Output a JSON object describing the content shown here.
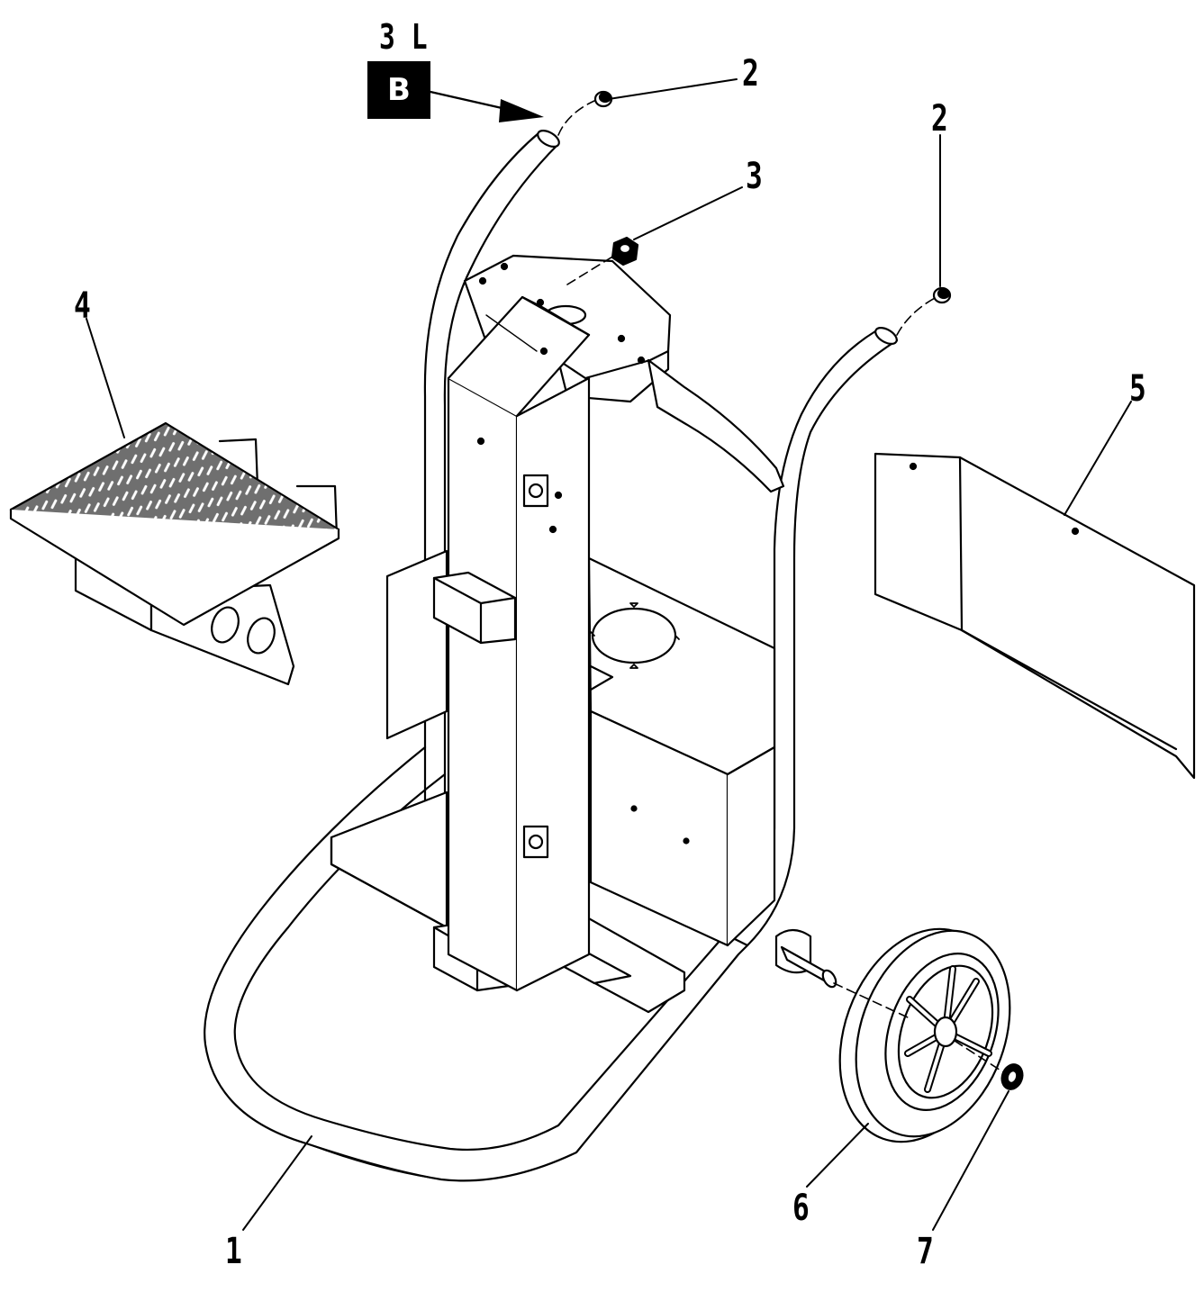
{
  "reference": {
    "sheet": "3 L",
    "view": "B"
  },
  "callouts": [
    {
      "id": "1",
      "text": "1"
    },
    {
      "id": "2a",
      "text": "2"
    },
    {
      "id": "2b",
      "text": "2"
    },
    {
      "id": "3",
      "text": "3"
    },
    {
      "id": "4",
      "text": "4"
    },
    {
      "id": "5",
      "text": "5"
    },
    {
      "id": "6",
      "text": "6"
    },
    {
      "id": "7",
      "text": "7"
    }
  ]
}
